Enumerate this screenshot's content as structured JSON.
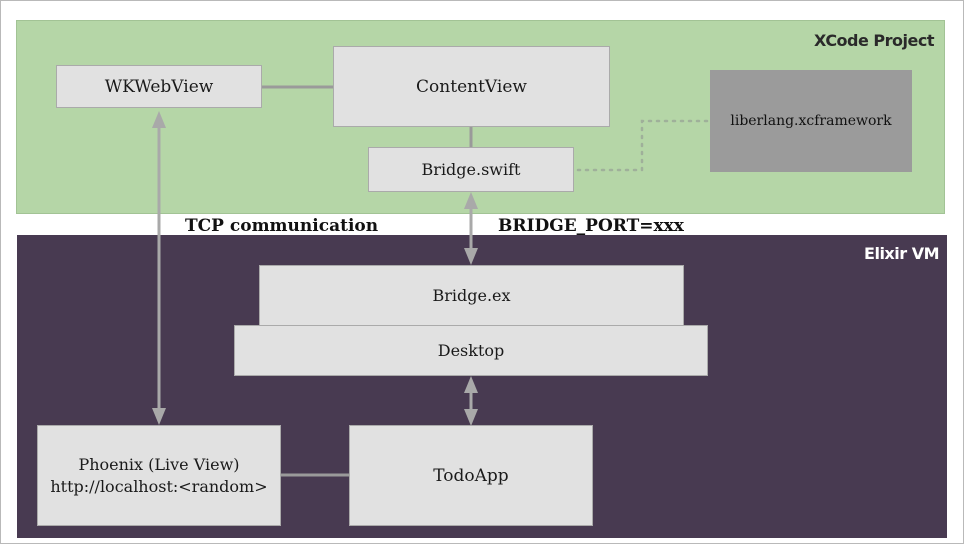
{
  "regions": {
    "xcode_title": "XCode Project",
    "elixir_title": "Elixir VM"
  },
  "boxes": {
    "wkwebview": "WKWebView",
    "contentview": "ContentView",
    "bridge_swift": "Bridge.swift",
    "liberlang": "liberlang.xcframework",
    "bridge_ex": "Bridge.ex",
    "desktop": "Desktop",
    "phoenix_line1": "Phoenix (Live View)",
    "phoenix_line2": "http://localhost:<random>",
    "todoapp": "TodoApp"
  },
  "labels": {
    "tcp": "TCP communication",
    "bridge_port": "BRIDGE_PORT=xxx"
  },
  "colors": {
    "xcode_bg": "#b5d6a7",
    "elixir_bg": "#483a51",
    "box_bg": "#e1e1e1",
    "framework_bg": "#9b9b9b",
    "connector": "#9a9a9a",
    "dotted": "#9fb09a"
  }
}
